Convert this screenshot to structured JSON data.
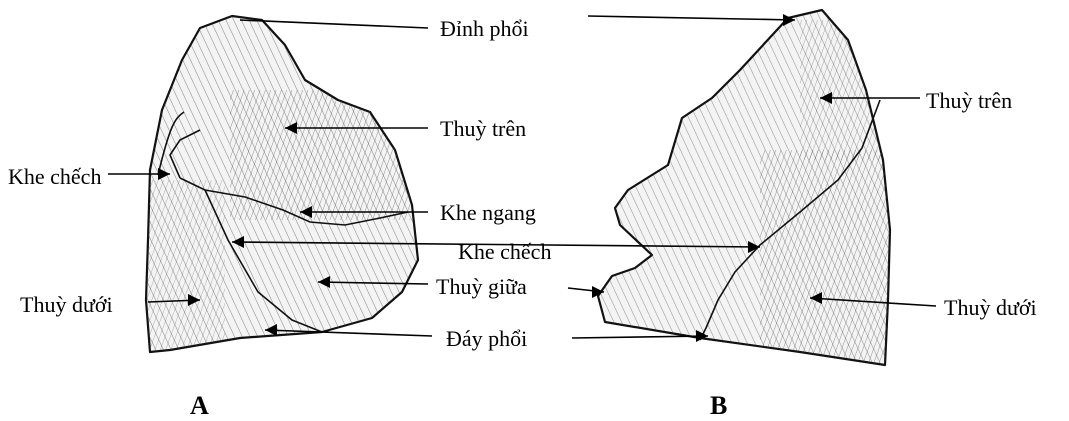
{
  "labels": {
    "dinh_phoi": "Đỉnh phổi",
    "thuy_tren_a": "Thuỳ trên",
    "khe_chech_a": "Khe chếch",
    "khe_ngang": "Khe ngang",
    "khe_chech_center": "Khe chếch",
    "thuy_giua": "Thuỳ giữa",
    "thuy_duoi_a": "Thuỳ dưới",
    "day_phoi": "Đáy phổi",
    "thuy_tren_b": "Thuỳ trên",
    "thuy_duoi_b": "Thuỳ dưới"
  },
  "captions": {
    "a": "A",
    "b": "B"
  }
}
